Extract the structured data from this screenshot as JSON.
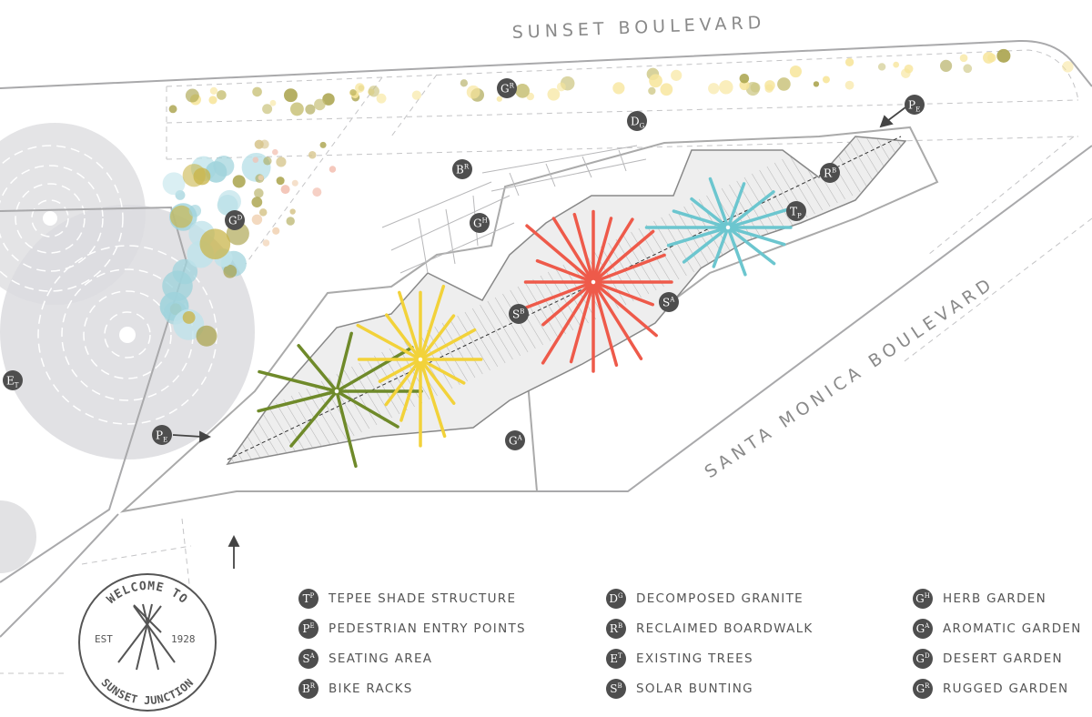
{
  "streets": {
    "north": "SUNSET BOULEVARD",
    "southeast": "SANTA MONICA BOULEVARD"
  },
  "logo": {
    "top_text": "WELCOME TO",
    "bottom_text": "SUNSET JUNCTION",
    "left_text": "EST",
    "right_text": "1928"
  },
  "colors": {
    "tepee_green": "#6f8a2a",
    "tepee_yellow": "#f2d23a",
    "tepee_red": "#ee5a4a",
    "tepee_teal": "#6cc6cf",
    "marker": "#4e4e4e",
    "olive": "#a9a24a",
    "pale_yellow": "#f7e59a",
    "pink": "#f3c0b2",
    "light_blue": "#bfe3ea",
    "orange": "#f6cf87"
  },
  "map_markers": [
    {
      "main": "G",
      "sub": "R",
      "pos": "sup"
    },
    {
      "main": "D",
      "sub": "G",
      "pos": "sub"
    },
    {
      "main": "P",
      "sub": "E",
      "pos": "sub"
    },
    {
      "main": "B",
      "sub": "R",
      "pos": "sup"
    },
    {
      "main": "R",
      "sub": "B",
      "pos": "sup"
    },
    {
      "main": "G",
      "sub": "H",
      "pos": "sup"
    },
    {
      "main": "T",
      "sub": "P",
      "pos": "sub"
    },
    {
      "main": "G",
      "sub": "D",
      "pos": "sup"
    },
    {
      "main": "S",
      "sub": "B",
      "pos": "sup"
    },
    {
      "main": "S",
      "sub": "A",
      "pos": "sup"
    },
    {
      "main": "E",
      "sub": "T",
      "pos": "sub"
    },
    {
      "main": "P",
      "sub": "E",
      "pos": "sub"
    },
    {
      "main": "G",
      "sub": "A",
      "pos": "sup"
    }
  ],
  "legend": [
    {
      "main": "T",
      "sub": "P",
      "label": "TEPEE SHADE STRUCTURE"
    },
    {
      "main": "P",
      "sub": "E",
      "label": "PEDESTRIAN ENTRY POINTS"
    },
    {
      "main": "S",
      "sub": "A",
      "label": "SEATING AREA"
    },
    {
      "main": "B",
      "sub": "R",
      "label": "BIKE RACKS"
    },
    {
      "main": "D",
      "sub": "G",
      "label": "DECOMPOSED GRANITE"
    },
    {
      "main": "R",
      "sub": "B",
      "label": "RECLAIMED BOARDWALK"
    },
    {
      "main": "E",
      "sub": "T",
      "label": "EXISTING TREES"
    },
    {
      "main": "S",
      "sub": "B",
      "label": "SOLAR BUNTING"
    },
    {
      "main": "G",
      "sub": "H",
      "label": "HERB GARDEN"
    },
    {
      "main": "G",
      "sub": "A",
      "label": "AROMATIC GARDEN"
    },
    {
      "main": "G",
      "sub": "D",
      "label": "DESERT GARDEN"
    },
    {
      "main": "G",
      "sub": "R",
      "label": "RUGGED GARDEN"
    }
  ]
}
